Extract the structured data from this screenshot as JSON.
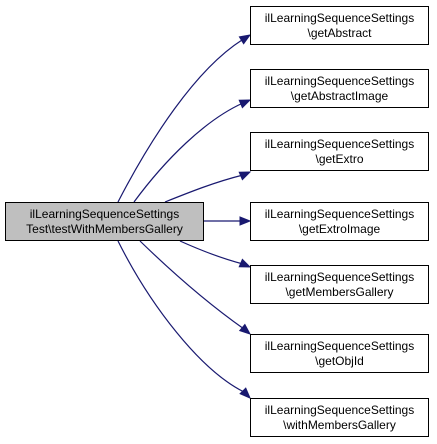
{
  "diagram": {
    "colors": {
      "edge": "#191970",
      "node_border": "#000000",
      "root_fill": "#bfbfbf",
      "node_fill": "#ffffff"
    },
    "root": {
      "id": "root",
      "line1": "ilLearningSequenceSettings",
      "line2": "Test\\testWithMembersGallery"
    },
    "targets": [
      {
        "id": "n1",
        "line1": "ilLearningSequenceSettings",
        "line2": "\\getAbstract"
      },
      {
        "id": "n2",
        "line1": "ilLearningSequenceSettings",
        "line2": "\\getAbstractImage"
      },
      {
        "id": "n3",
        "line1": "ilLearningSequenceSettings",
        "line2": "\\getExtro"
      },
      {
        "id": "n4",
        "line1": "ilLearningSequenceSettings",
        "line2": "\\getExtroImage"
      },
      {
        "id": "n5",
        "line1": "ilLearningSequenceSettings",
        "line2": "\\getMembersGallery"
      },
      {
        "id": "n6",
        "line1": "ilLearningSequenceSettings",
        "line2": "\\getObjId"
      },
      {
        "id": "n7",
        "line1": "ilLearningSequenceSettings",
        "line2": "\\withMembersGallery"
      }
    ]
  }
}
